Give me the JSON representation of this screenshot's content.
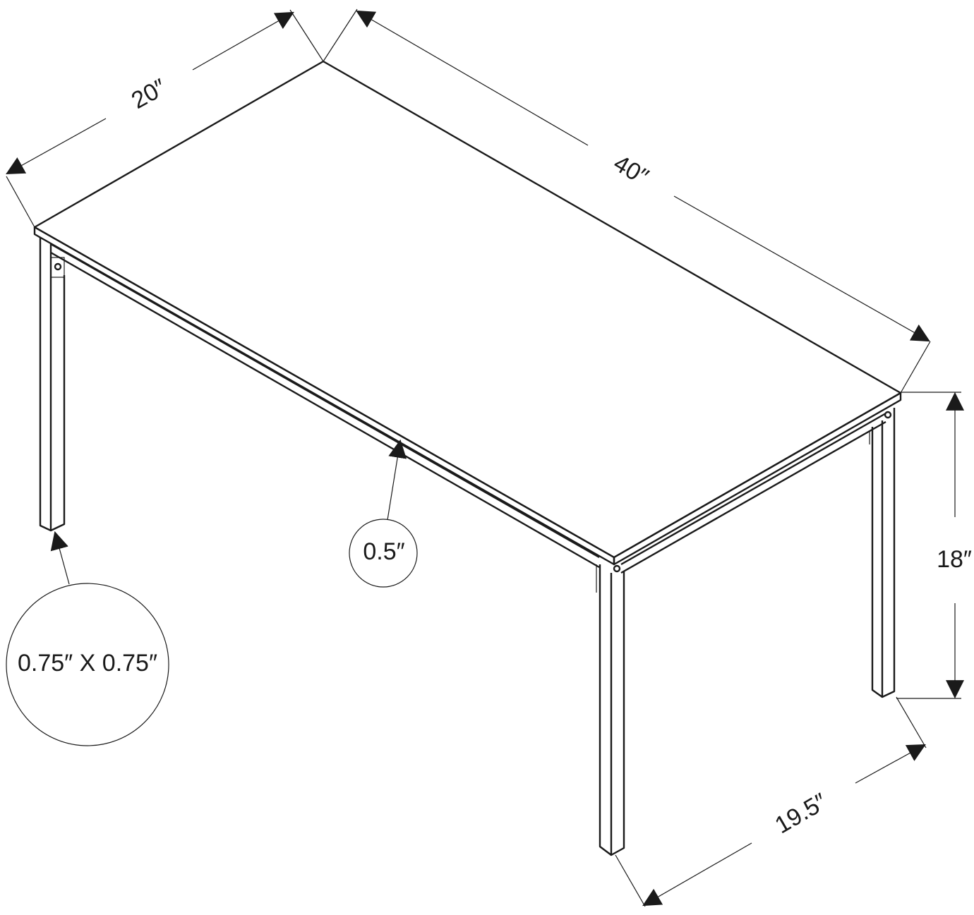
{
  "dimensions": {
    "depth_top": "20″",
    "length": "40″",
    "height": "18″",
    "depth_base": "19.5″",
    "top_thickness": "0.5″",
    "leg_size": "0.75″ X 0.75″"
  },
  "colors": {
    "line": "#1a1a1a",
    "background": "#ffffff"
  }
}
